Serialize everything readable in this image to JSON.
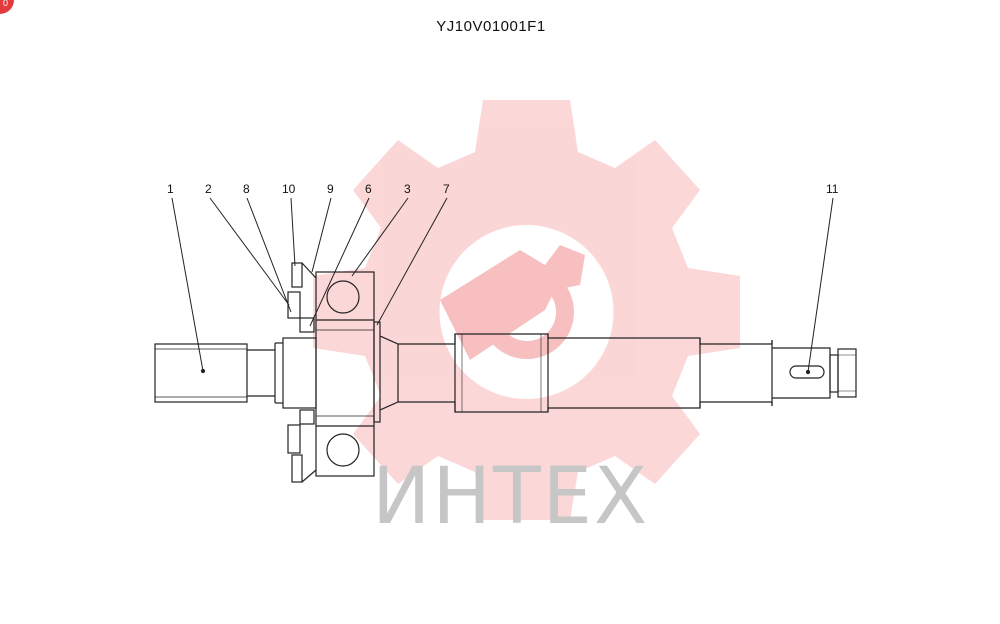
{
  "title": "YJ10V01001F1",
  "corner_badge": "0",
  "watermark": {
    "text": "ИНТЕХ",
    "logo": "gear-wrench-logo",
    "color": "#f8c8c8"
  },
  "callouts": [
    {
      "id": "c1",
      "label": "1"
    },
    {
      "id": "c2",
      "label": "2"
    },
    {
      "id": "c8",
      "label": "8"
    },
    {
      "id": "c10",
      "label": "10"
    },
    {
      "id": "c9",
      "label": "9"
    },
    {
      "id": "c6",
      "label": "6"
    },
    {
      "id": "c3",
      "label": "3"
    },
    {
      "id": "c7",
      "label": "7"
    },
    {
      "id": "c11",
      "label": "11"
    }
  ]
}
